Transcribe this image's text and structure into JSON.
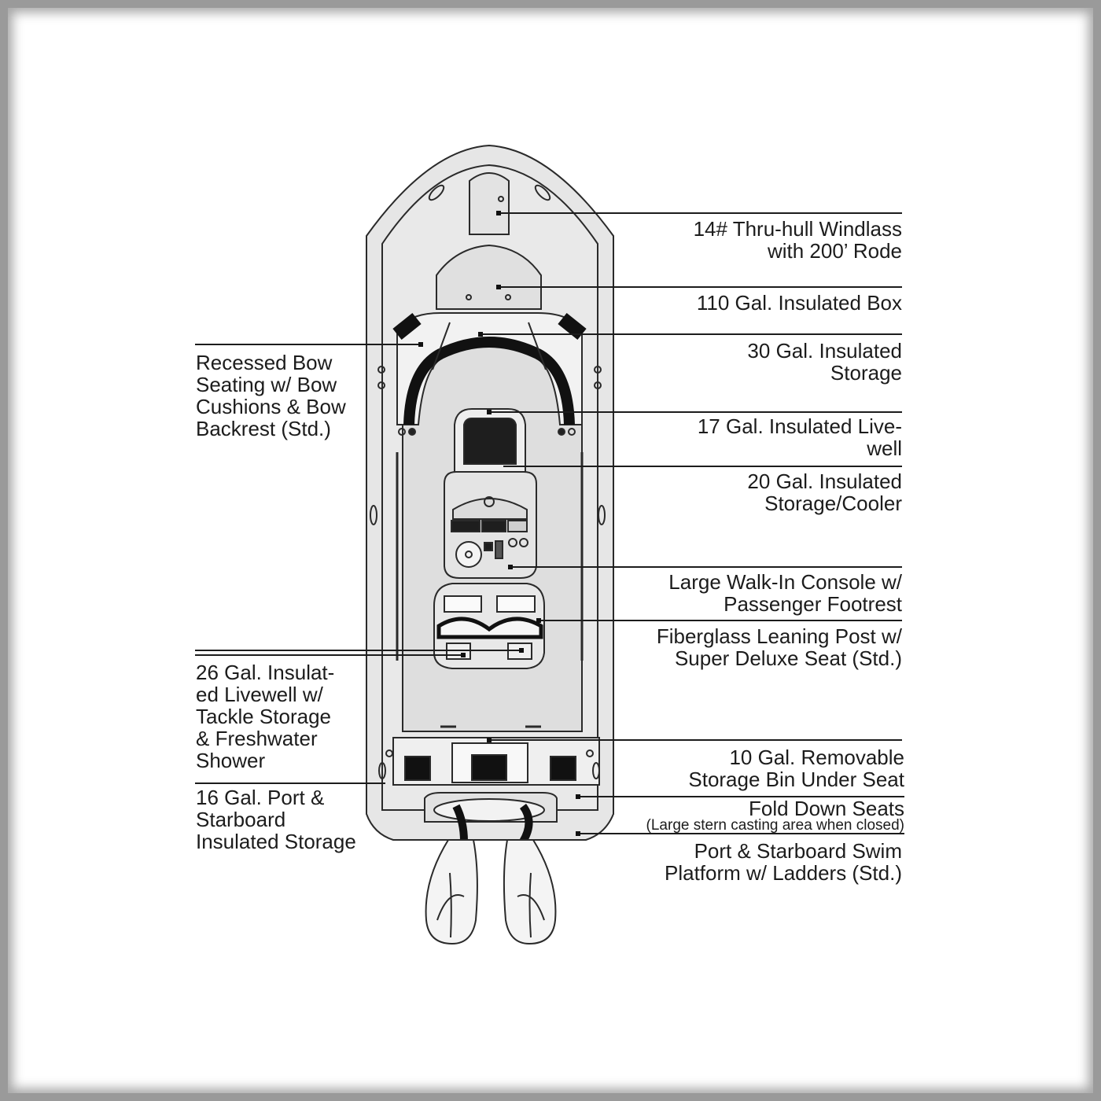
{
  "labels": {
    "windlass": [
      "14# Thru-hull Windlass",
      "with 200’ Rode"
    ],
    "box110": [
      "110 Gal. Insulated Box"
    ],
    "storage30": [
      "30 Gal. Insulated",
      "Storage"
    ],
    "livewell17": [
      "17 Gal. Insulated Live-",
      "well"
    ],
    "cooler20": [
      "20 Gal. Insulated",
      "Storage/Cooler"
    ],
    "console": [
      "Large Walk-In Console w/",
      "Passenger Footrest"
    ],
    "leaning_post": [
      "Fiberglass Leaning Post w/",
      "Super Deluxe Seat (Std.)"
    ],
    "bin10": [
      "10 Gal. Removable",
      "Storage Bin Under Seat"
    ],
    "fold_seats": [
      "Fold Down Seats"
    ],
    "fold_seats_note": "(Large stern casting area when closed)",
    "swim": [
      "Port & Starboard Swim",
      "Platform w/ Ladders (Std.)"
    ],
    "bow_seating": [
      "Recessed Bow",
      "Seating w/ Bow",
      "Cushions & Bow",
      "Backrest (Std.)"
    ],
    "livewell26": [
      "26 Gal. Insulat-",
      "ed Livewell w/",
      "Tackle Storage",
      "& Freshwater",
      "Shower"
    ],
    "storage16": [
      "16 Gal. Port &",
      "Starboard",
      "Insulated Storage"
    ]
  }
}
